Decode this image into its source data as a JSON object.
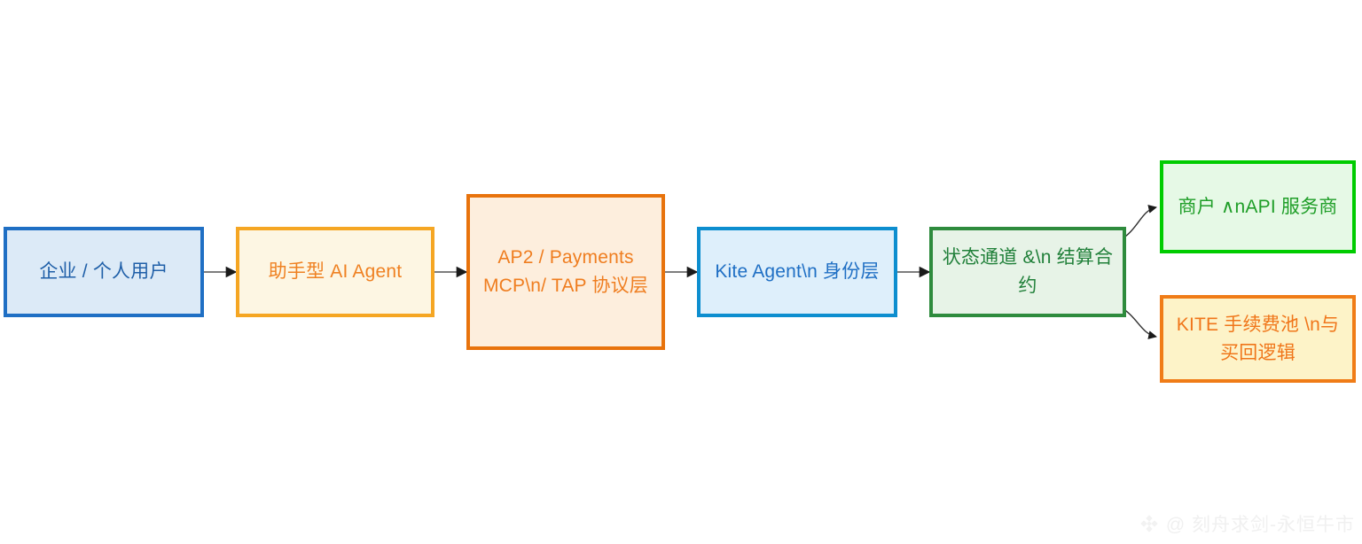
{
  "diagram": {
    "type": "flowchart",
    "direction": "left-to-right",
    "background": "#ffffff",
    "nodes": [
      {
        "id": "user",
        "label": "企业 / 个人用户",
        "border_color": "#1f6fc4",
        "fill_color": "#dceaf7",
        "text_color": "#1f5fa8"
      },
      {
        "id": "assistant",
        "label": "助手型 AI Agent",
        "border_color": "#f5a623",
        "fill_color": "#fdf6e3",
        "text_color": "#ef8122"
      },
      {
        "id": "protocol",
        "label": "AP2 / Payments MCP\\n/ TAP 协议层",
        "border_color": "#e8730c",
        "fill_color": "#fdeedd",
        "text_color": "#ef7d1f"
      },
      {
        "id": "identity",
        "label": "Kite Agent\\n 身份层",
        "border_color": "#0d8ecf",
        "fill_color": "#deeffb",
        "text_color": "#1f6fc4"
      },
      {
        "id": "settlement",
        "label": "状态通道 &\\n 结算合约",
        "border_color": "#2e8b3d",
        "fill_color": "#e7f3e7",
        "text_color": "#21803a"
      },
      {
        "id": "merchant",
        "label": "商户 ∧nAPI 服务商",
        "border_color": "#00cc00",
        "fill_color": "#e6f9e6",
        "text_color": "#1f9e28"
      },
      {
        "id": "fee",
        "label": "KITE 手续费池 \\n与买回逻辑",
        "border_color": "#f07c17",
        "fill_color": "#fdf3c8",
        "text_color": "#f0761a"
      }
    ],
    "edges": [
      {
        "from": "user",
        "to": "assistant",
        "style": "straight"
      },
      {
        "from": "assistant",
        "to": "protocol",
        "style": "straight"
      },
      {
        "from": "protocol",
        "to": "identity",
        "style": "straight"
      },
      {
        "from": "identity",
        "to": "settlement",
        "style": "straight"
      },
      {
        "from": "settlement",
        "to": "merchant",
        "style": "curved"
      },
      {
        "from": "settlement",
        "to": "fee",
        "style": "curved"
      }
    ]
  },
  "watermark": {
    "icon": "binance-diamond-icon",
    "text": "@ 刻舟求剑-永恒牛市",
    "color": "#f0f0f0"
  }
}
